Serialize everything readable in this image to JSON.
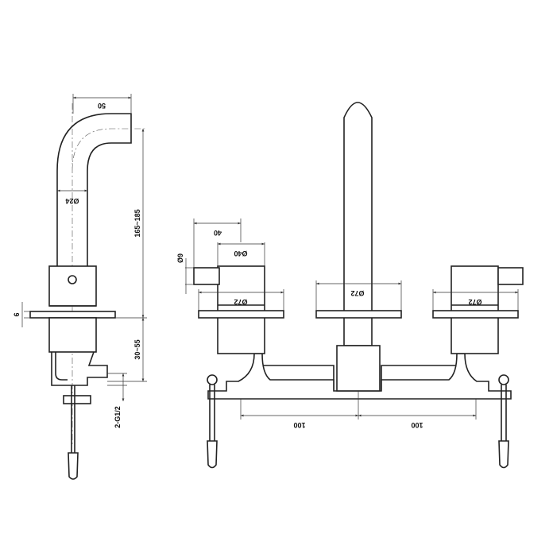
{
  "side_view": {
    "width_label": "50",
    "pipe_diameter_label": "Ø24",
    "height_label": "165~185",
    "flange_label": "6",
    "depth_label": "30~55",
    "connection_label": "2-G1/2"
  },
  "front_view": {
    "lever_length_label": "40",
    "lever_diameter_label": "Ø9",
    "handle_diameter_label": "Ø40",
    "left_flange_label": "Ø72",
    "center_flange_label": "Ø72",
    "right_flange_label": "Ø72",
    "left_spacing_label": "100",
    "right_spacing_label": "100"
  }
}
